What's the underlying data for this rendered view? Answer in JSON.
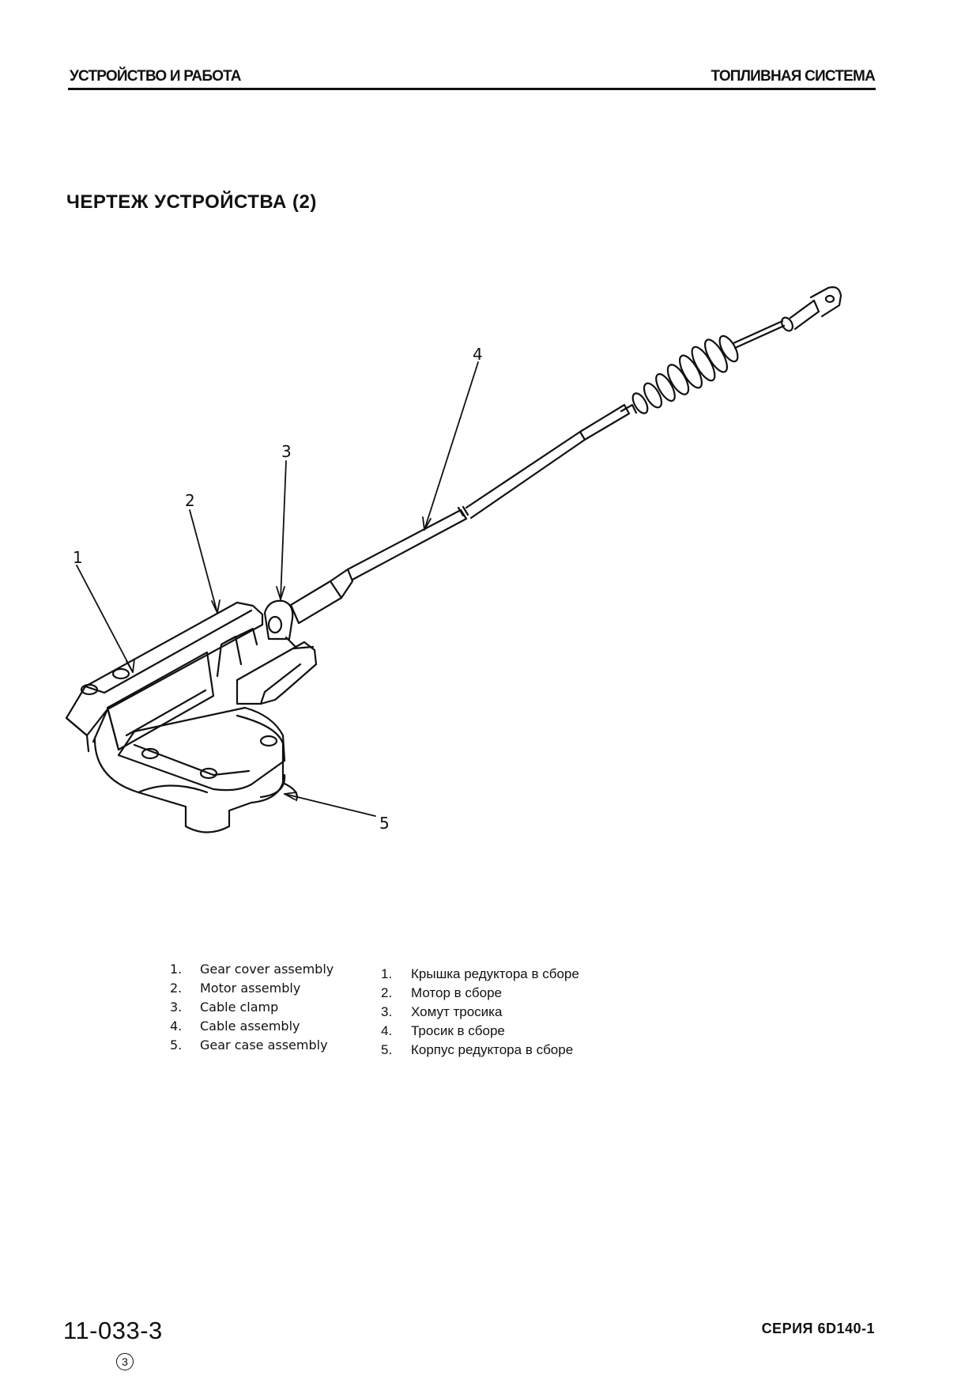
{
  "header": {
    "left": "УСТРОЙСТВО И РАБОТА",
    "right": "ТОПЛИВНАЯ СИСТЕМА"
  },
  "title": "ЧЕРТЕЖ УСТРОЙСТВА (2)",
  "callouts": [
    "1",
    "2",
    "3",
    "4",
    "5"
  ],
  "legend_en": [
    {
      "num": "1.",
      "text": "Gear cover assembly"
    },
    {
      "num": "2.",
      "text": "Motor assembly"
    },
    {
      "num": "3.",
      "text": "Cable clamp"
    },
    {
      "num": "4.",
      "text": "Cable assembly"
    },
    {
      "num": "5.",
      "text": "Gear case assembly"
    }
  ],
  "legend_ru": [
    {
      "num": "1.",
      "text": "Крышка редуктора в сборе"
    },
    {
      "num": "2.",
      "text": "Мотор в сборе"
    },
    {
      "num": "3.",
      "text": "Хомут тросика"
    },
    {
      "num": "4.",
      "text": "Тросик в сборе"
    },
    {
      "num": "5.",
      "text": "Корпус редуктора в сборе"
    }
  ],
  "footer": {
    "page_number": "11-033-3",
    "revision": "3",
    "series": "СЕРИЯ 6D140-1"
  }
}
